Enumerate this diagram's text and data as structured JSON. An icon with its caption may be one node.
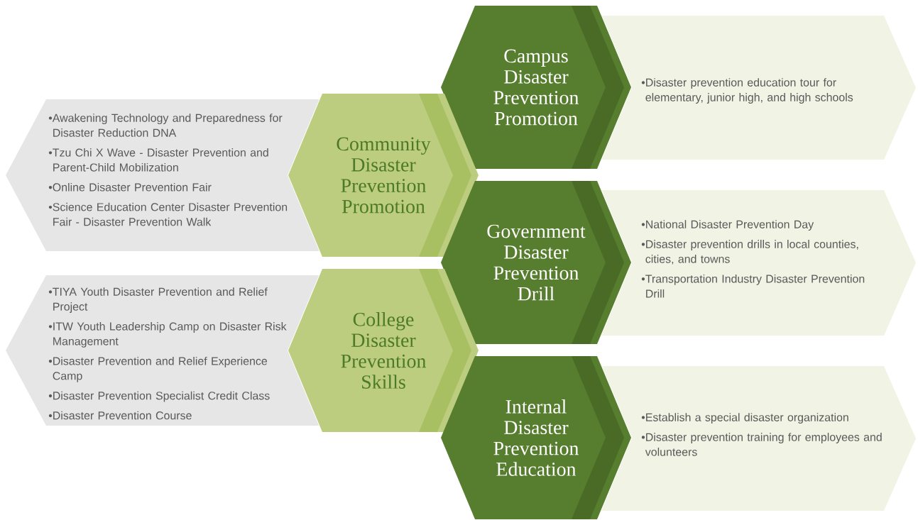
{
  "diagram": {
    "nodes": [
      {
        "text": [
          "Campus Disaster Prevention Promotion"
        ]
      },
      {
        "text": [
          "•Disaster prevention education tour for elementary, junior high, and high schools"
        ]
      },
      {
        "text": [
          "•Awakening Technology and Preparedness for Disaster Reduction DNA",
          "•Tzu Chi X Wave - Disaster Prevention and Parent-Child Mobilization",
          "•Online Disaster Prevention Fair",
          "•Science Education Center Disaster Prevention Fair - Disaster Prevention Walk"
        ]
      },
      {
        "text": [
          "Community Disaster Prevention Promotion"
        ]
      },
      {
        "text": [
          "Government Disaster Prevention Drill"
        ]
      },
      {
        "text": [
          "•National Disaster Prevention Day",
          "•Disaster prevention drills in local counties, cities, and towns",
          "•Transportation Industry Disaster Prevention Drill"
        ]
      },
      {
        "text": [
          "•TIYA Youth Disaster Prevention and Relief Project",
          "•ITW Youth Leadership Camp on Disaster Risk Management",
          "•Disaster Prevention and Relief Experience Camp",
          "•Disaster Prevention Specialist Credit Class",
          "•Disaster Prevention Course"
        ]
      },
      {
        "text": [
          "College Disaster Prevention Skills"
        ]
      },
      {
        "text": [
          "Internal Disaster Prevention Education"
        ]
      },
      {
        "text": [
          "•Establish a special disaster organization",
          "•Disaster prevention training for employees and volunteers"
        ]
      }
    ]
  }
}
